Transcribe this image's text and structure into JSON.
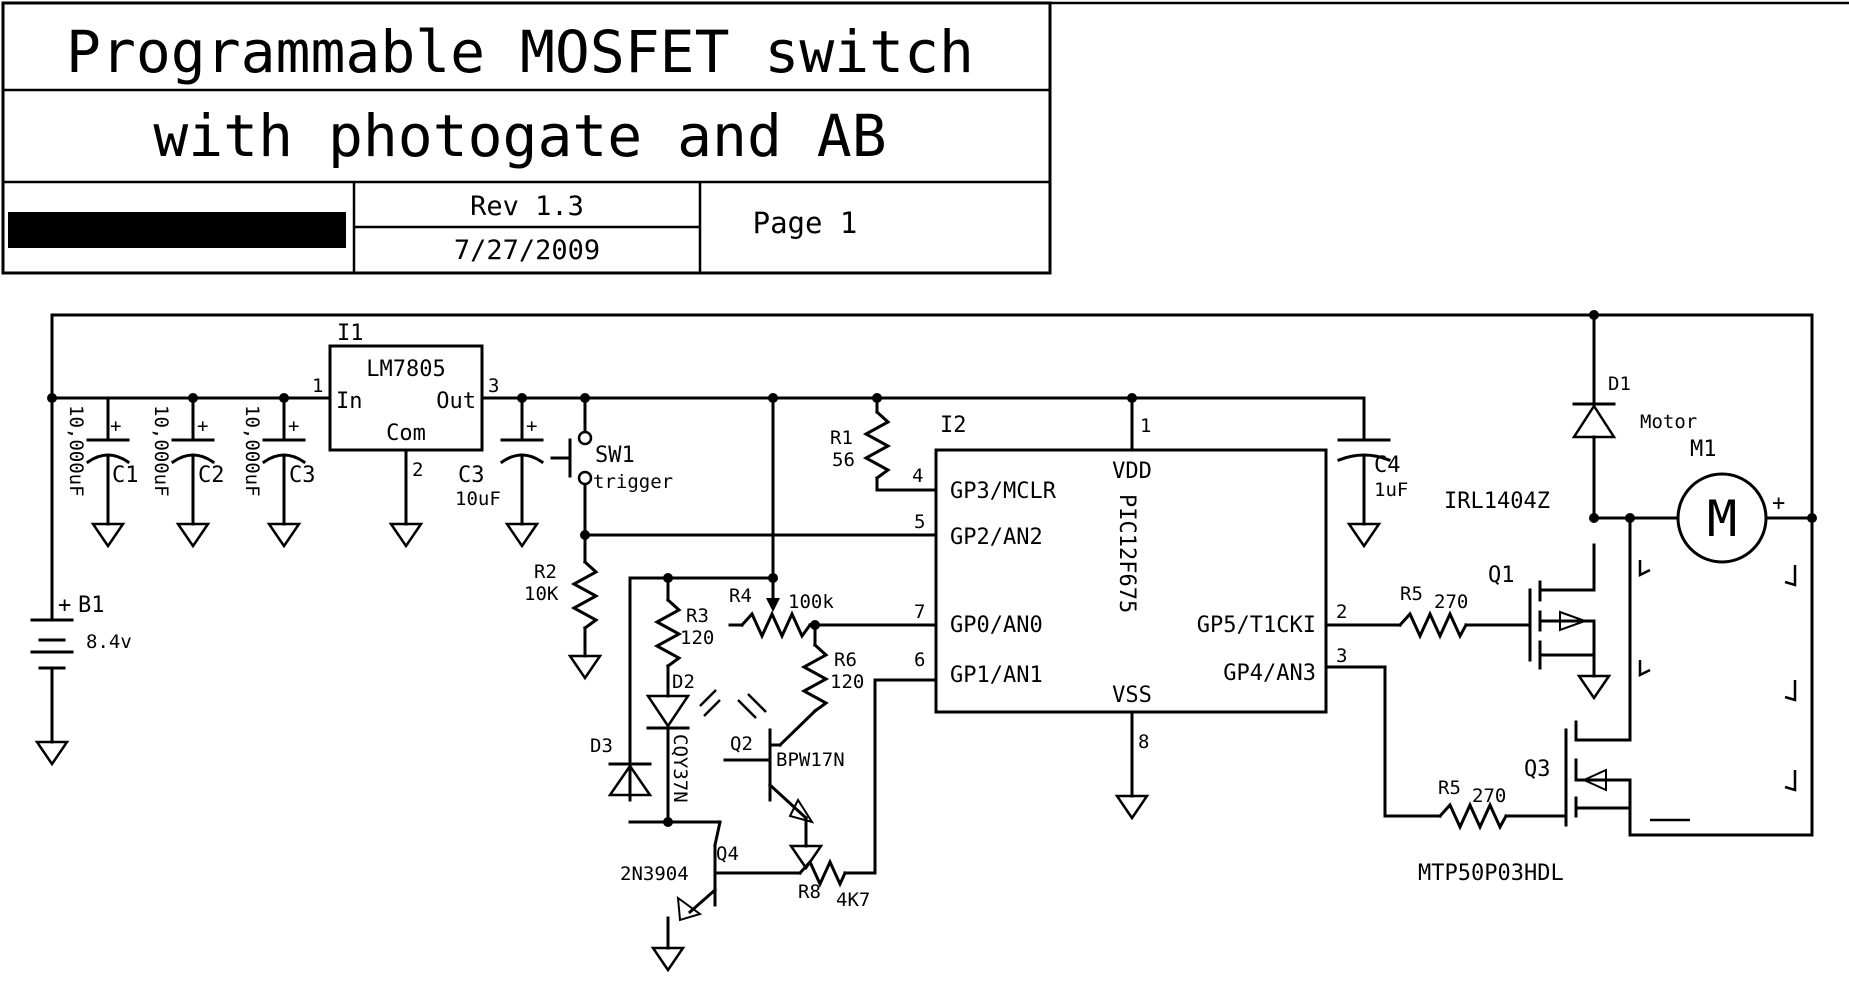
{
  "title_block": {
    "title_line1": "Programmable MOSFET switch",
    "title_line2": "with photogate and AB",
    "revision": "Rev 1.3",
    "date": "7/27/2009",
    "page": "Page 1"
  },
  "components": {
    "i1": {
      "ref": "I1",
      "part": "LM7805",
      "pin_in": "In",
      "pin_out": "Out",
      "pin_com": "Com",
      "pin1": "1",
      "pin2": "2",
      "pin3": "3"
    },
    "i2": {
      "ref": "I2",
      "part": "PIC12F675",
      "pin_vdd": "VDD",
      "pin_vss": "VSS",
      "gp3": "GP3/MCLR",
      "gp2": "GP2/AN2",
      "gp0": "GP0/AN0",
      "gp1": "GP1/AN1",
      "gp5": "GP5/T1CKI",
      "gp4": "GP4/AN3",
      "n1": "1",
      "n2": "2",
      "n3": "3",
      "n4": "4",
      "n5": "5",
      "n6": "6",
      "n7": "7",
      "n8": "8"
    },
    "c1": {
      "ref": "C1",
      "value": "10,000uF"
    },
    "c2": {
      "ref": "C2",
      "value": "10,000uF"
    },
    "c3a": {
      "ref": "C3",
      "value": "10,000uF"
    },
    "c3b": {
      "ref": "C3",
      "value": "10uF"
    },
    "c4": {
      "ref": "C4",
      "value": "1uF"
    },
    "b1": {
      "ref": "B1",
      "value": "8.4v",
      "plus": "+"
    },
    "sw1": {
      "ref": "SW1",
      "value": "trigger"
    },
    "r1": {
      "ref": "R1",
      "value": "56"
    },
    "r2": {
      "ref": "R2",
      "value": "10K"
    },
    "r3": {
      "ref": "R3",
      "value": "120"
    },
    "r4": {
      "ref": "R4",
      "value": "100k"
    },
    "r5a": {
      "ref": "R5",
      "value": "270"
    },
    "r5b": {
      "ref": "R5",
      "value": "270"
    },
    "r6": {
      "ref": "R6",
      "value": "120"
    },
    "r8": {
      "ref": "R8",
      "value": "4K7"
    },
    "d1": {
      "ref": "D1"
    },
    "d2": {
      "ref": "D2",
      "part": "CQY37N"
    },
    "d3": {
      "ref": "D3"
    },
    "q1": {
      "ref": "Q1",
      "part": "IRL1404Z"
    },
    "q2": {
      "ref": "Q2",
      "part": "BPW17N"
    },
    "q3": {
      "ref": "Q3",
      "part": "MTP50P03HDL"
    },
    "q4": {
      "ref": "Q4",
      "part": "2N3904"
    },
    "m1": {
      "ref": "M1",
      "value": "Motor",
      "symbol": "M",
      "plus": "+"
    }
  },
  "polarity_mark": "+"
}
